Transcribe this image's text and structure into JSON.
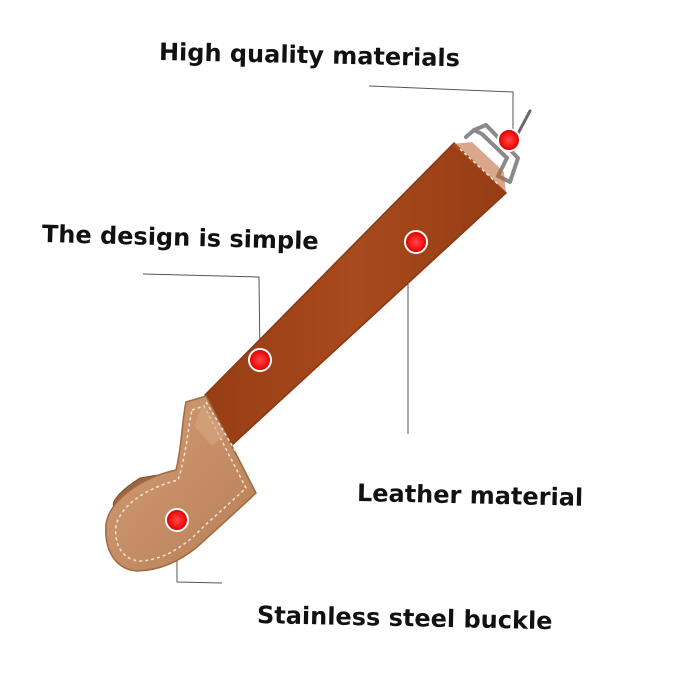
{
  "callouts": {
    "materials": "High quality materials",
    "design": "The design is simple",
    "leather": "Leather material",
    "buckle": "Stainless steel buckle"
  },
  "colors": {
    "leather": "#a4461a",
    "leather_edge": "#8a3712",
    "handle": "#c99168",
    "handle_back": "#9a6840",
    "stitch": "#f1e4d4",
    "marker": "#f01010",
    "leader_line": "#555555",
    "text": "#111111"
  },
  "icons": {
    "hardware": "metal-buckle",
    "markers": "red-dot"
  }
}
